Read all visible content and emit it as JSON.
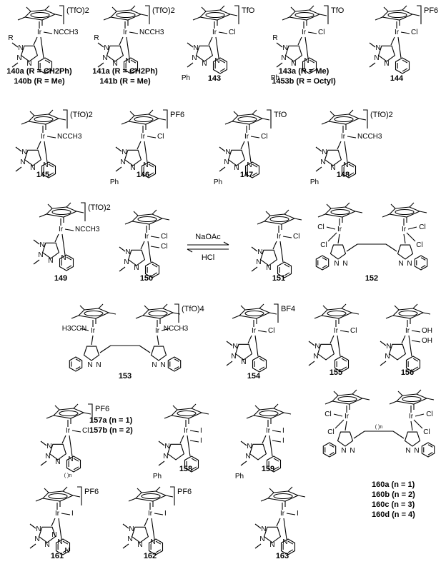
{
  "compounds": [
    {
      "id": "140",
      "labels": [
        "140a (R = CH2Ph)",
        "140b (R = Me)"
      ],
      "counterion": "(TfO)2",
      "ligands": [
        "NCCH3"
      ],
      "atoms": [
        "R",
        "Ir",
        "N",
        "N",
        "N"
      ]
    },
    {
      "id": "141",
      "labels": [
        "141a (R = CH2Ph)",
        "141b (R = Me)"
      ],
      "counterion": "(TfO)2",
      "ligands": [
        "NCCH3"
      ],
      "atoms": [
        "R",
        "Ir",
        "N",
        "N",
        "N",
        "N"
      ]
    },
    {
      "id": "143",
      "labels": [
        "143"
      ],
      "counterion": "TfO",
      "ligands": [
        "Cl"
      ],
      "atoms": [
        "Ir",
        "N",
        "N",
        "N",
        "N",
        "Ph"
      ]
    },
    {
      "id": "143b",
      "labels": [
        "143a (R = Me)",
        "1453b (R = Octyl)"
      ],
      "counterion": "TfO",
      "ligands": [
        "Cl"
      ],
      "atoms": [
        "R",
        "Ir",
        "N",
        "N",
        "N",
        "N",
        "Ph"
      ]
    },
    {
      "id": "144",
      "labels": [
        "144"
      ],
      "counterion": "PF6",
      "ligands": [
        "Cl"
      ],
      "atoms": [
        "Ir",
        "N",
        "N",
        "N"
      ]
    },
    {
      "id": "145",
      "labels": [
        "145"
      ],
      "counterion": "(TfO)2",
      "ligands": [
        "NCCH3"
      ],
      "atoms": [
        "Ir",
        "N",
        "N",
        "N",
        "N"
      ]
    },
    {
      "id": "146",
      "labels": [
        "146"
      ],
      "counterion": "PF6",
      "ligands": [
        "Cl"
      ],
      "atoms": [
        "Ir",
        "Ph",
        "N",
        "N",
        "N",
        "N"
      ]
    },
    {
      "id": "147",
      "labels": [
        "147"
      ],
      "counterion": "TfO",
      "ligands": [
        "Cl"
      ],
      "atoms": [
        "Ph",
        "Ir",
        "N",
        "N",
        "N",
        "N"
      ]
    },
    {
      "id": "148",
      "labels": [
        "148"
      ],
      "counterion": "(TfO)2",
      "ligands": [
        "NCCH3"
      ],
      "atoms": [
        "Ph",
        "Ir",
        "N",
        "N",
        "N",
        "N"
      ]
    },
    {
      "id": "149",
      "labels": [
        "149"
      ],
      "counterion": "(TfO)2",
      "ligands": [
        "NCCH3"
      ],
      "atoms": [
        "Ir",
        "N",
        "N",
        "N",
        "N"
      ]
    },
    {
      "id": "150",
      "labels": [
        "150"
      ],
      "counterion": "",
      "ligands": [
        "Cl",
        "Cl"
      ],
      "atoms": [
        "Ir",
        "N",
        "N",
        "N"
      ]
    },
    {
      "id": "151",
      "labels": [
        "151"
      ],
      "counterion": "",
      "ligands": [
        "Cl"
      ],
      "atoms": [
        "Ir",
        "N",
        "N",
        "N"
      ]
    },
    {
      "id": "152",
      "labels": [
        "152"
      ],
      "counterion": "",
      "ligands": [
        "Cl",
        "Cl",
        "Cl",
        "Cl"
      ],
      "atoms": [
        "Ir",
        "Ir",
        "N",
        "N",
        "N",
        "N",
        "N",
        "N"
      ]
    },
    {
      "id": "153",
      "labels": [
        "153"
      ],
      "counterion": "(TfO)4",
      "ligands": [
        "H3CCN",
        "NCCH3"
      ],
      "atoms": [
        "Ir",
        "Ir",
        "N",
        "N",
        "N",
        "N",
        "N",
        "N",
        "N",
        "N"
      ]
    },
    {
      "id": "154",
      "labels": [
        "154"
      ],
      "counterion": "BF4",
      "ligands": [
        "Cl"
      ],
      "atoms": [
        "Ir",
        "N",
        "N",
        "N"
      ]
    },
    {
      "id": "155",
      "labels": [
        "155"
      ],
      "counterion": "",
      "ligands": [
        "Cl"
      ],
      "atoms": [
        "Ir",
        "N",
        "N"
      ]
    },
    {
      "id": "156",
      "labels": [
        "156"
      ],
      "counterion": "",
      "ligands": [
        "OH",
        "OH"
      ],
      "atoms": [
        "Ir",
        "N",
        "N"
      ]
    },
    {
      "id": "157",
      "labels": [
        "157a (n = 1)",
        "157b (n = 2)"
      ],
      "counterion": "PF6",
      "ligands": [
        "Cl"
      ],
      "atoms": [
        "Ir",
        "N",
        "N",
        "N",
        "N",
        "n"
      ]
    },
    {
      "id": "158",
      "labels": [
        "158"
      ],
      "counterion": "",
      "ligands": [
        "I",
        "I"
      ],
      "atoms": [
        "Ph",
        "Ir",
        "N",
        "N"
      ]
    },
    {
      "id": "159",
      "labels": [
        "159"
      ],
      "counterion": "",
      "ligands": [
        "I",
        "I"
      ],
      "atoms": [
        "Ph",
        "Ir",
        "N",
        "N"
      ]
    },
    {
      "id": "160",
      "labels": [
        "160a (n = 1)",
        "160b (n = 2)",
        "160c (n = 3)",
        "160d (n = 4)"
      ],
      "counterion": "",
      "ligands": [
        "Cl",
        "Cl",
        "Cl",
        "Cl"
      ],
      "atoms": [
        "Ir",
        "Ir",
        "N",
        "N",
        "N",
        "N",
        "n"
      ]
    },
    {
      "id": "161",
      "labels": [
        "161"
      ],
      "counterion": "PF6",
      "ligands": [
        "I"
      ],
      "atoms": [
        "Ir",
        "N",
        "N",
        "N",
        "N",
        "N",
        "N"
      ]
    },
    {
      "id": "162",
      "labels": [
        "162"
      ],
      "counterion": "PF6",
      "ligands": [
        "I"
      ],
      "atoms": [
        "Ir",
        "N",
        "N",
        "N",
        "N"
      ]
    },
    {
      "id": "163",
      "labels": [
        "163"
      ],
      "counterion": "",
      "ligands": [
        "I"
      ],
      "atoms": [
        "N",
        "Ir",
        "N",
        "N",
        "N"
      ]
    }
  ],
  "reaction": {
    "forward_reagent": "NaOAc",
    "reverse_reagent": "HCl"
  }
}
